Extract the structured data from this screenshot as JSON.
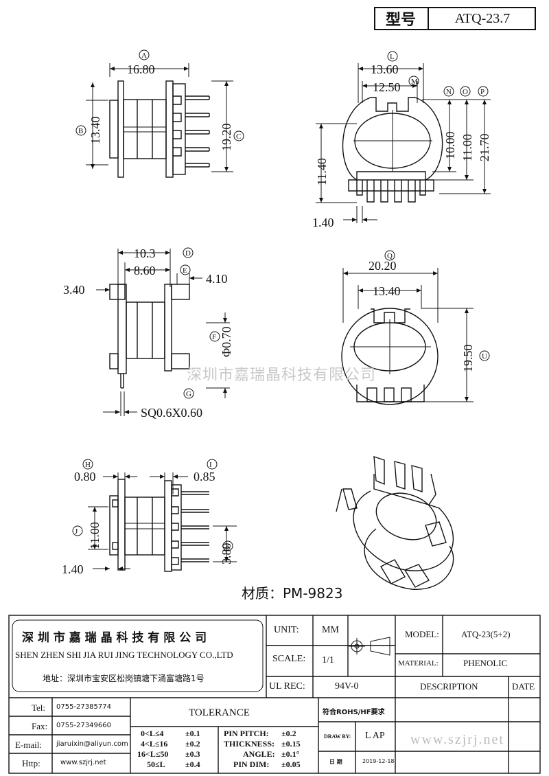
{
  "header": {
    "model_label": "型号",
    "model_value": "ATQ-23.7"
  },
  "views": {
    "top_left": {
      "A": "16.80",
      "B": "13.40",
      "C": "19.20",
      "circ_A": "A",
      "circ_B": "B",
      "circ_C": "C"
    },
    "top_right": {
      "L": "13.60",
      "M": "12.50",
      "N": "10.00",
      "O": "11.00",
      "P": "21.70",
      "h1": "11.40",
      "w1": "1.40",
      "circ_L": "L",
      "circ_M": "M",
      "circ_N": "N",
      "circ_O": "O",
      "circ_P": "P"
    },
    "mid_left": {
      "D": "10.3",
      "E": "8.60",
      "F": "Φ0.70",
      "G": "SQ0.6X0.60",
      "w1": "3.40",
      "w2": "4.10",
      "circ_D": "D",
      "circ_E": "E",
      "circ_F": "F",
      "circ_G": "G"
    },
    "mid_right": {
      "Q": "20.20",
      "w2": "13.40",
      "U": "19.50",
      "circ_Q": "Q",
      "circ_U": "U"
    },
    "bottom_left": {
      "H": "0.80",
      "I": "0.85",
      "J": "11.00",
      "K": "3.80",
      "w": "1.40",
      "circ_H": "H",
      "circ_I": "I",
      "circ_J": "J",
      "circ_K": "K"
    }
  },
  "material_line": "材质：PM-9823",
  "watermark": "深圳市嘉瑞晶科技有限公司",
  "title_block": {
    "company_cn": "深 圳 市 嘉 瑞 晶 科 技 有 限 公 司",
    "company_en": "SHEN ZHEN SHI  JIA RUI JING  TECHNOLOGY CO.,LTD",
    "address": "地址：深圳市宝安区松岗镇塘下涌富塘路1号",
    "unit_label": "UNIT:",
    "unit_value": "MM",
    "scale_label": "SCALE:",
    "scale_value": "1/1",
    "ul_label": "UL REC:",
    "ul_value": "94V-0",
    "model_label": "MODEL:",
    "model_value": "ATQ-23(5+2)",
    "material_label": "MATERIAL:",
    "material_value": "PHENOLIC",
    "description_label": "DESCRIPTION",
    "date_label": "DATE",
    "tel_label": "Tel:",
    "tel_value": "0755-27385774",
    "fax_label": "Fax:",
    "fax_value": "0755-27349660",
    "email_label": "E-mail:",
    "email_value": "jiaruixin@aliyun.com",
    "http_label": "Http:",
    "http_value": "www.szjrj.net",
    "tolerance_label": "TOLERANCE",
    "tol_rows": [
      {
        "range": "0<L≤4",
        "tol": "±0.1"
      },
      {
        "range": "4<L≤16",
        "tol": "±0.2"
      },
      {
        "range": "16<L≤50",
        "tol": "±0.3"
      },
      {
        "range": "50≤L",
        "tol": "±0.4"
      }
    ],
    "tol_specs": [
      {
        "name": "PIN PITCH:",
        "tol": "±0.2"
      },
      {
        "name": "THICKNESS:",
        "tol": "±0.15"
      },
      {
        "name": "ANGLE:",
        "tol": "±0.1°"
      },
      {
        "name": "PIN DIM:",
        "tol": "±0.05"
      }
    ],
    "rohs": "符合ROHS/HF要求",
    "draw_by_label": "DRAW BY:",
    "draw_by_value": "L AP",
    "date_cn_label": "日 期",
    "date_value": "2019-12-18",
    "website_gray": "www.szjrj.net"
  }
}
